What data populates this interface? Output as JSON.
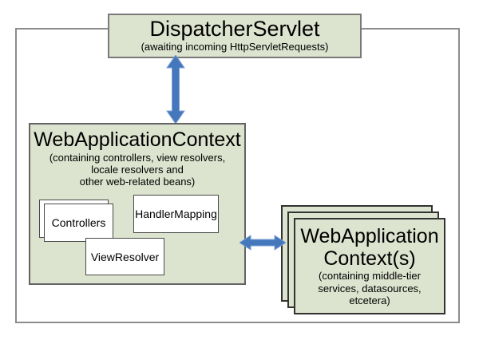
{
  "diagram": {
    "dispatcher": {
      "title": "DispatcherServlet",
      "subtitle": "(awaiting incoming HttpServletRequests)"
    },
    "webapp": {
      "title": "WebApplicationContext",
      "subtitle": "(containing controllers, view resolvers,\nlocale resolvers and\nother web-related beans)",
      "controllers_label": "Controllers",
      "handler_mapping_label": "HandlerMapping",
      "view_resolver_label": "ViewResolver"
    },
    "middle_tier": {
      "title": "WebApplication\nContext(s)",
      "subtitle": "(containing middle-tier\nservices, datasources,\netcetera)"
    },
    "icons": {
      "vertical_arrow": "double-headed-arrow-vertical",
      "horizontal_arrow": "double-headed-arrow-horizontal"
    },
    "colors": {
      "box_fill_green": "#dce3ce",
      "frame_border": "#8c8c8c",
      "box_border_gray": "#7a7a7a",
      "inner_box_border": "#4a4a4a",
      "stack_border": "#333333",
      "arrow_blue": "#4577bd",
      "arrow_blue_edge": "#7ca0d2",
      "text": "#000000"
    }
  }
}
